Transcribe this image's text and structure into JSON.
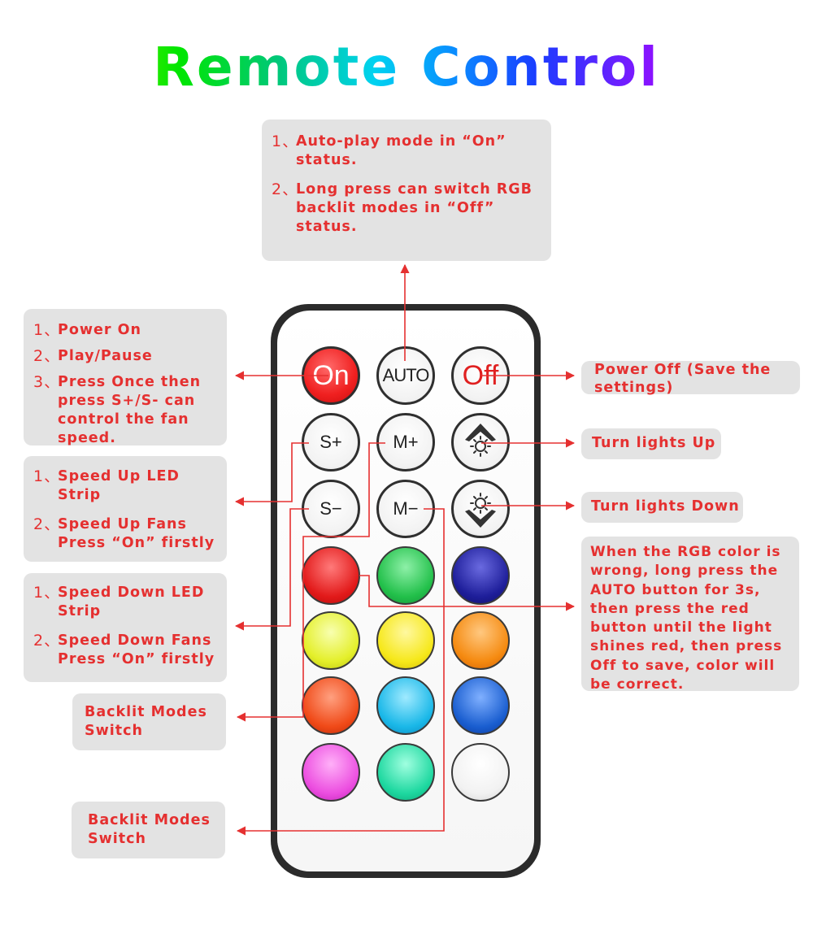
{
  "title": "Remote Control",
  "top_box": {
    "items": [
      {
        "num": "1、",
        "text": "Auto-play mode in “On” status."
      },
      {
        "num": "2、",
        "text": "Long press can switch RGB backlit modes in “Off” status."
      }
    ]
  },
  "on_box": {
    "items": [
      {
        "num": "1、",
        "text": "Power On"
      },
      {
        "num": "2、",
        "text": "Play/Pause"
      },
      {
        "num": "3、",
        "text": "Press Once then press S+/S- can control the fan speed."
      }
    ]
  },
  "speed_up_box": {
    "items": [
      {
        "num": "1、",
        "text": "Speed Up LED Strip"
      },
      {
        "num": "2、",
        "text": "Speed Up Fans Press “On” firstly"
      }
    ]
  },
  "speed_down_box": {
    "items": [
      {
        "num": "1、",
        "text": "Speed Down LED Strip"
      },
      {
        "num": "2、",
        "text": "Speed Down Fans Press “On” firstly"
      }
    ]
  },
  "backlit_1": "Backlit Modes Switch",
  "backlit_2": "Backlit Modes Switch",
  "power_off_box": "Power Off (Save the settings)",
  "lights_up_box": "Turn lights Up",
  "lights_down_box": "Turn lights Down",
  "rgb_note": "When the RGB color is wrong, long press the AUTO button for 3s, then press the red button until the light shines red, then press Off to save, color will be correct.",
  "remote": {
    "on_label": "On",
    "auto_label": "AUTO",
    "off_label": "Off",
    "splus_label": "S+",
    "mplus_label": "M+",
    "sminus_label": "S−",
    "mminus_label": "M−",
    "colors": {
      "red": "#e21a1a",
      "green": "#22c04a",
      "blue": "#1e1e9a",
      "yellow_green": "#e4ef2a",
      "yellow": "#f6e81a",
      "orange": "#f58a10",
      "red_orange": "#f04a18",
      "cyan": "#1ab8e8",
      "mid_blue": "#1a5ed0",
      "pink": "#ec4ee0",
      "teal": "#1ed8a0",
      "white": "#f2f2f2"
    }
  },
  "arrow_color": "#e53030"
}
